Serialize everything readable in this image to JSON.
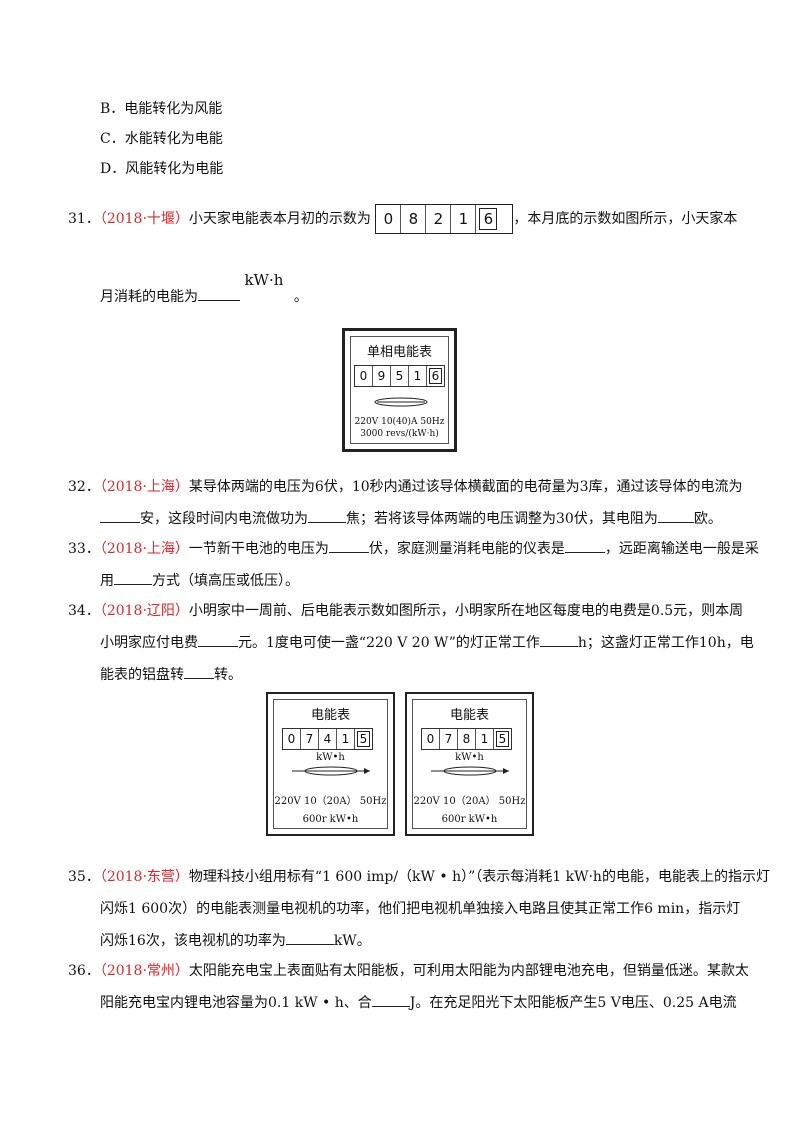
{
  "options": [
    "B．电能转化为风能",
    "C．水能转化为电能",
    "D．风能转化为电能"
  ],
  "q31": {
    "num": "31．",
    "source": "（2018·十堰）",
    "text1": "小天家电能表本月初的示数为",
    "digits": [
      "0",
      "8",
      "2",
      "1",
      "6"
    ],
    "text2": "，本月底的示数如图所示，小天家本",
    "line2a": "月消耗的电能为",
    "unit": "kW·h",
    "end": "。"
  },
  "meter1": {
    "title": "单相电能表",
    "digits": [
      "0",
      "9",
      "5",
      "1",
      "6"
    ],
    "spec1": "220V 10(40)A 50Hz",
    "spec2": "3000 revs/(kW·h)"
  },
  "q32": {
    "num": "32．",
    "source": "（2018·上海）",
    "l1": "某导体两端的电压为6伏，10秒内通过该导体横截面的电荷量为3库，通过该导体的电流为",
    "l2a": "安，这段时间内电流做功为",
    "l2b": "焦；若将该导体两端的电压调整为30伏，其电阻为",
    "l2c": "欧。"
  },
  "q33": {
    "num": "33．",
    "source": "（2018·上海）",
    "l1a": "一节新干电池的电压为",
    "l1b": "伏，家庭测量消耗电能的仪表是",
    "l1c": "，远距离输送电一般是采",
    "l2a": "用",
    "l2b": "方式（填高压或低压）。"
  },
  "q34": {
    "num": "34．",
    "source": "（2018·辽阳）",
    "l1": "小明家中一周前、后电能表示数如图所示，小明家所在地区每度电的电费是0.5元，则本周",
    "l2a": "小明家应付电费",
    "l2b": "元。1度电可使一盏“220 V 20 W”的灯正常工作",
    "l2c": "h；这盏灯正常工作10h，电",
    "l3a": "能表的铝盘转",
    "l3b": "转。"
  },
  "meters2": [
    {
      "title": "电能表",
      "digits": [
        "0",
        "7",
        "4",
        "1",
        "5"
      ],
      "unit": "kW•h",
      "spec": "220V  10（20A） 50Hz",
      "rev": "600r kW•h"
    },
    {
      "title": "电能表",
      "digits": [
        "0",
        "7",
        "8",
        "1",
        "5"
      ],
      "unit": "kW•h",
      "spec": "220V  10（20A） 50Hz",
      "rev": "600r kW•h"
    }
  ],
  "q35": {
    "num": "35．",
    "source": "（2018·东营）",
    "l1": "物理科技小组用标有“1 600 imp/（kW • h）”（表示每消耗1 kW·h的电能，电能表上的指示灯",
    "l2": "闪烁1 600次）的电能表测量电视机的功率，他们把电视机单独接入电路且使其正常工作6 min，指示灯",
    "l3a": "闪烁16次，该电视机的功率为",
    "l3b": "kW。"
  },
  "q36": {
    "num": "36．",
    "source": "（2018·常州）",
    "l1": "太阳能充电宝上表面贴有太阳能板，可利用太阳能为内部锂电池充电，但销量低迷。某款太",
    "l2a": "阳能充电宝内锂电池容量为0.1 kW • h、合",
    "l2b": "J。在充足阳光下太阳能板产生5 V电压、0.25 A电流"
  }
}
